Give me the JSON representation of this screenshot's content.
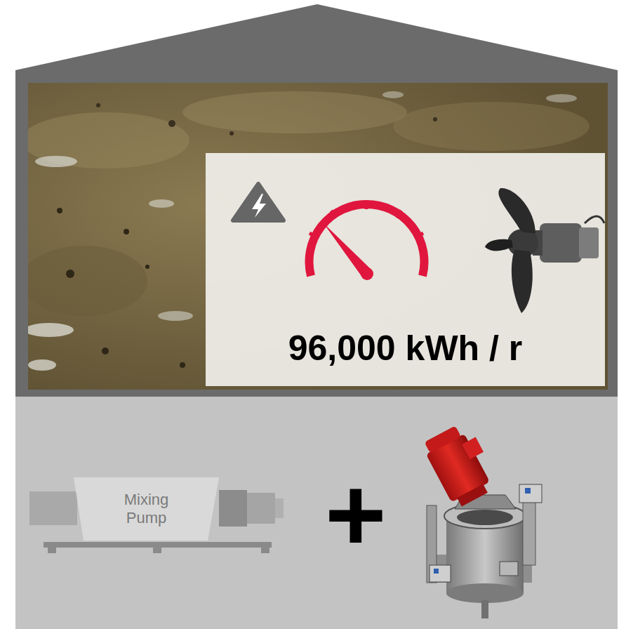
{
  "diagram": {
    "nodes": [
      {
        "text": [
          "96,000 kWh / r"
        ]
      },
      {
        "text": [
          "Mixing Pump"
        ]
      }
    ],
    "labels": [
      "+"
    ]
  }
}
